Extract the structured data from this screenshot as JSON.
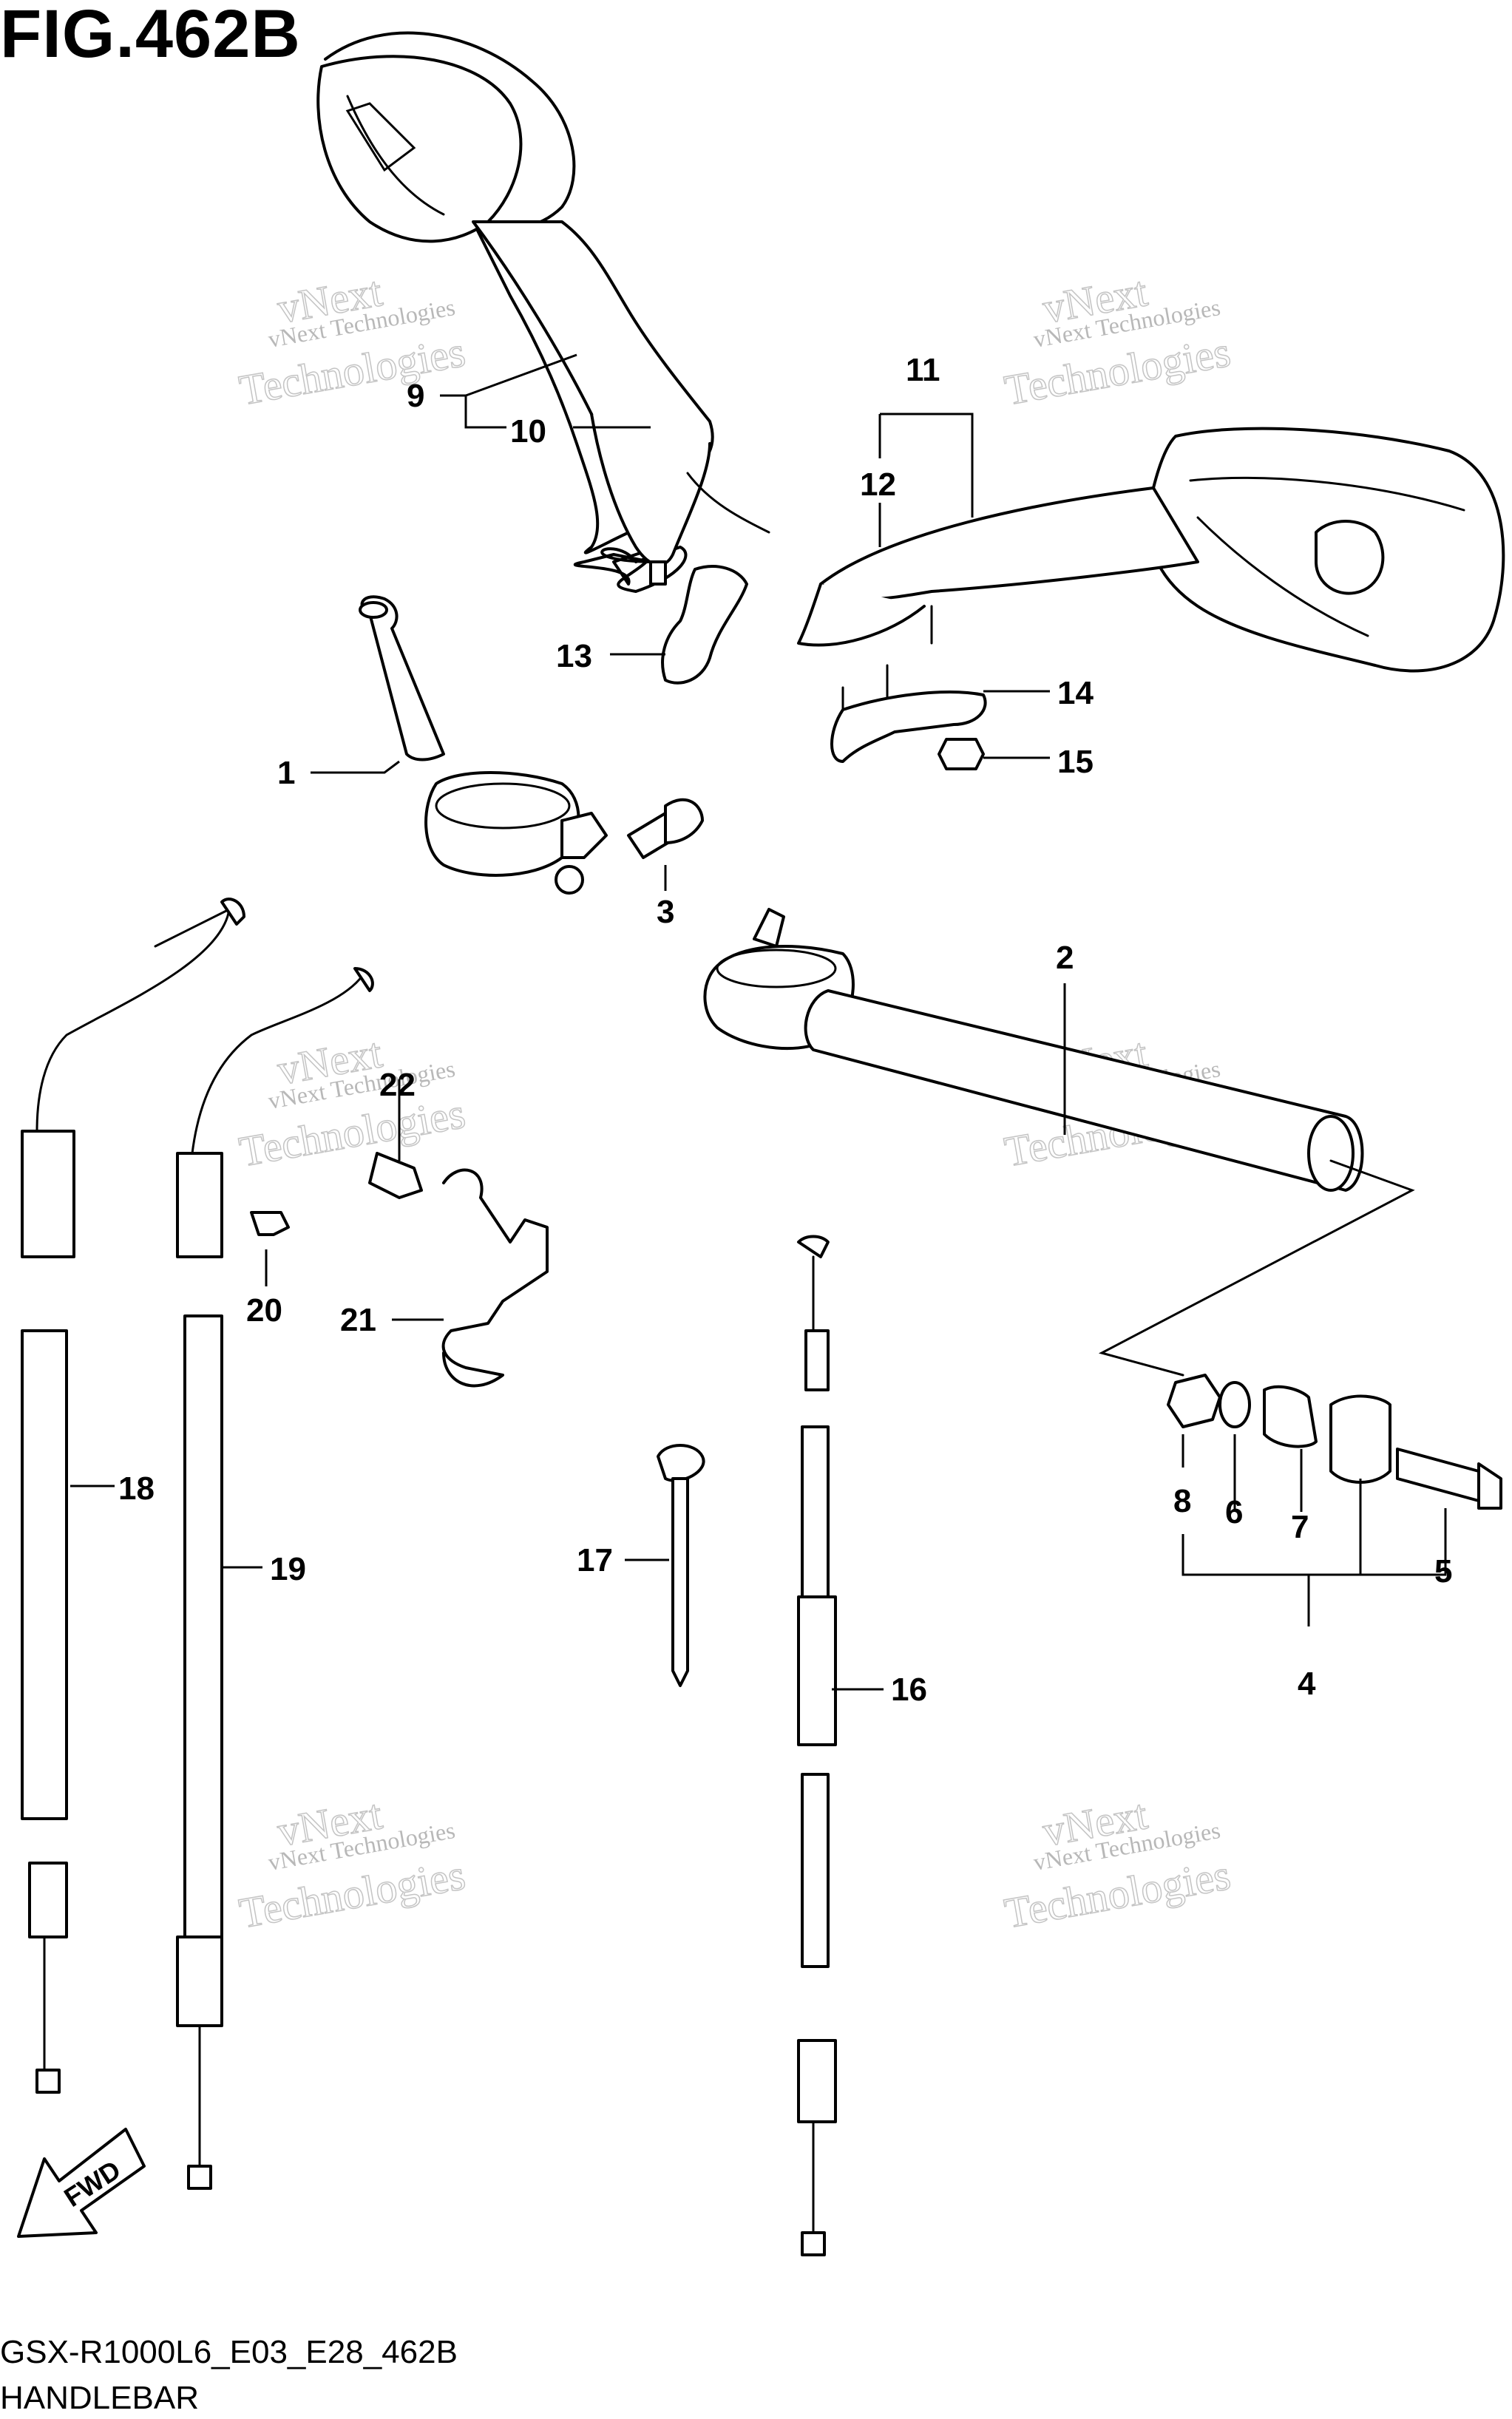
{
  "title": "FIG.462B",
  "footer": {
    "code": "GSX-R1000L6_E03_E28_462B",
    "name": "HANDLEBAR"
  },
  "fwd_label": "FWD",
  "watermark": {
    "line1": "vNext Technologies",
    "line2": "vNext",
    "line3": "Technologies"
  },
  "callouts": {
    "c1": "1",
    "c2": "2",
    "c3": "3",
    "c4": "4",
    "c5": "5",
    "c6": "6",
    "c7": "7",
    "c8": "8",
    "c9": "9",
    "c10": "10",
    "c11": "11",
    "c12": "12",
    "c13": "13",
    "c14": "14",
    "c15": "15",
    "c16": "16",
    "c17": "17",
    "c18": "18",
    "c19": "19",
    "c20": "20",
    "c21": "21",
    "c22": "22"
  }
}
